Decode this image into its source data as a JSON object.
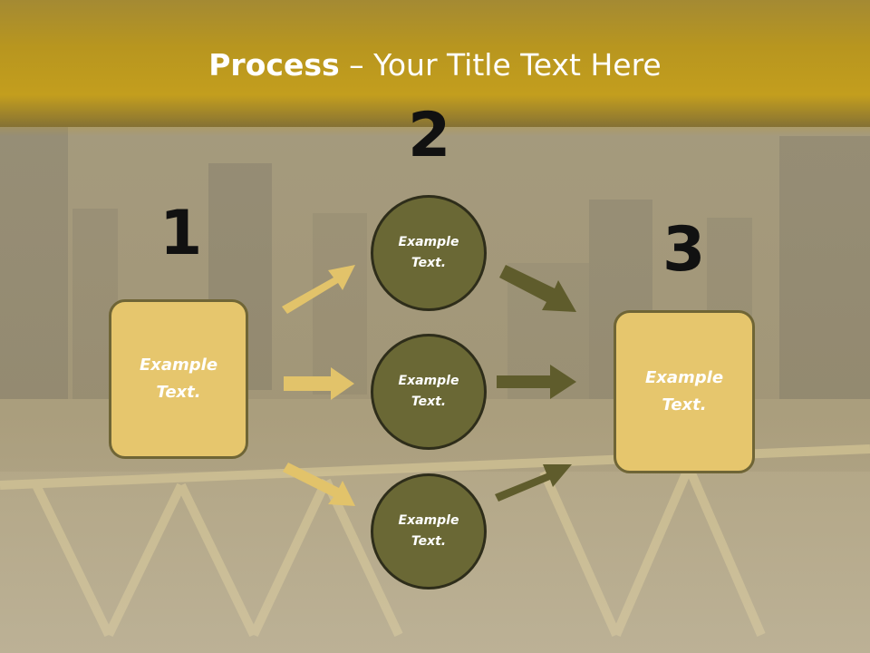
{
  "slide": {
    "title_bold": "Process",
    "title_rest": " – Your Title Text Here",
    "step_numbers": [
      "1",
      "2",
      "3"
    ],
    "left_box": "Example Text.",
    "circles": [
      "Example Text.",
      "Example Text.",
      "Example Text."
    ],
    "right_box": "Example Text."
  },
  "colors": {
    "header_gold": "#c39e1e",
    "box_fill": "#e6c66d",
    "circle_fill": "#6a6835",
    "arrow_light": "#e2c36a",
    "arrow_dark": "#5f5c2c"
  },
  "icons": [
    "arrow-right-icon"
  ]
}
